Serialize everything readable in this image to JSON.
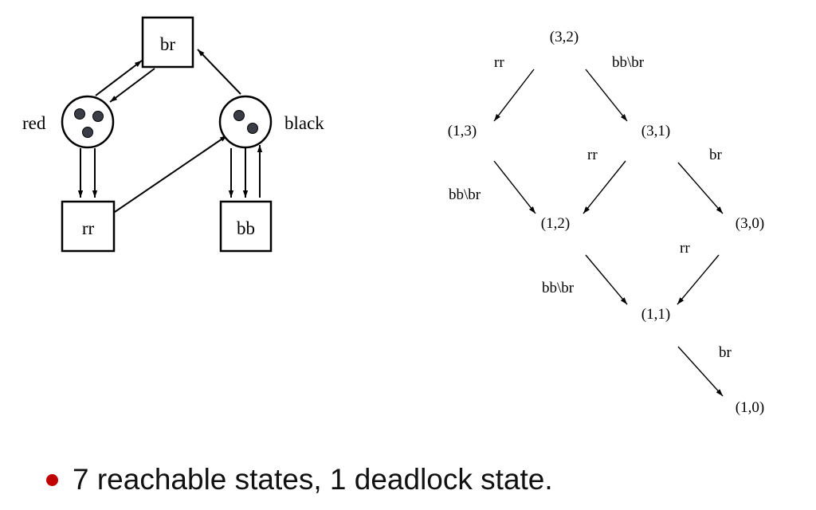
{
  "petri_net": {
    "places": {
      "red": {
        "label": "red",
        "tokens": 3
      },
      "black": {
        "label": "black",
        "tokens": 2
      }
    },
    "transitions": {
      "br": {
        "label": "br"
      },
      "rr": {
        "label": "rr"
      },
      "bb": {
        "label": "bb"
      }
    }
  },
  "reachability_graph": {
    "states": [
      "(3,2)",
      "(1,3)",
      "(3,1)",
      "(1,2)",
      "(3,0)",
      "(1,1)",
      "(1,0)"
    ],
    "edge_labels": [
      "rr",
      "bb\\br",
      "rr",
      "br",
      "bb\\br",
      "rr",
      "bb\\br",
      "br"
    ]
  },
  "bullet": {
    "text": "7 reachable states, 1 deadlock state.",
    "color": "#c00000"
  }
}
